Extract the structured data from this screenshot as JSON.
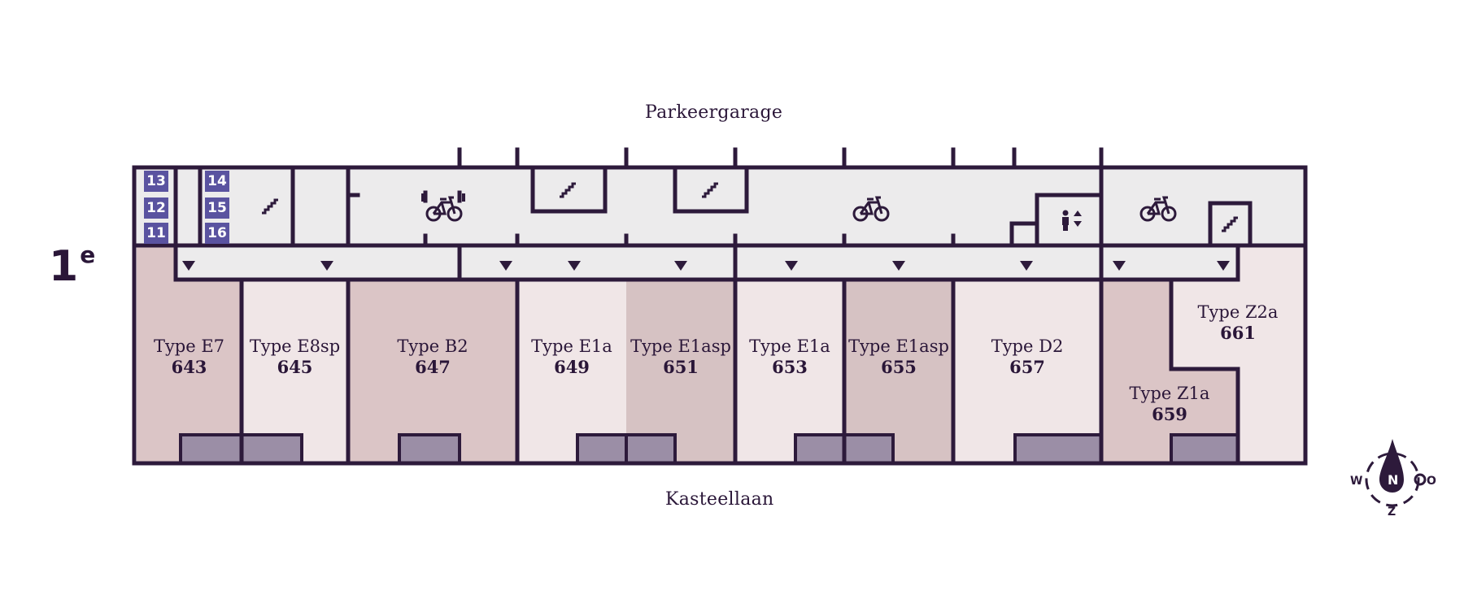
{
  "floor": {
    "label": "1",
    "suffix": "e"
  },
  "streets": {
    "north": "Parkeergarage",
    "south": "Kasteellaan"
  },
  "storage_units": [
    "13",
    "12",
    "11",
    "14",
    "15",
    "16"
  ],
  "units": [
    {
      "type": "Type E7",
      "number": "643",
      "color": "#dbc5c6"
    },
    {
      "type": "Type E8sp",
      "number": "645",
      "color": "#f0e6e7"
    },
    {
      "type": "Type B2",
      "number": "647",
      "color": "#dbc5c6"
    },
    {
      "type": "Type E1a",
      "number": "649",
      "color": "#f0e6e7"
    },
    {
      "type": "Type E1asp",
      "number": "651",
      "color": "#d6c2c3"
    },
    {
      "type": "Type E1a",
      "number": "653",
      "color": "#f0e6e7"
    },
    {
      "type": "Type E1asp",
      "number": "655",
      "color": "#d6c2c3"
    },
    {
      "type": "Type D2",
      "number": "657",
      "color": "#f0e6e7"
    },
    {
      "type": "Type Z1a",
      "number": "659",
      "color": "#dbc5c6"
    },
    {
      "type": "Type Z2a",
      "number": "661",
      "color": "#f0e6e7"
    }
  ],
  "compass": {
    "letters": [
      "N",
      "O",
      "Z",
      "W"
    ]
  },
  "colors": {
    "wall": "#2d1a3b",
    "corridor": "#ecebec",
    "balcony": "#9b8ea6",
    "storage": "#5a53a0"
  },
  "icons": [
    "bicycle-icon",
    "stairs-icon",
    "elevator-icon",
    "entrance-arrow-icon",
    "compass-icon"
  ]
}
